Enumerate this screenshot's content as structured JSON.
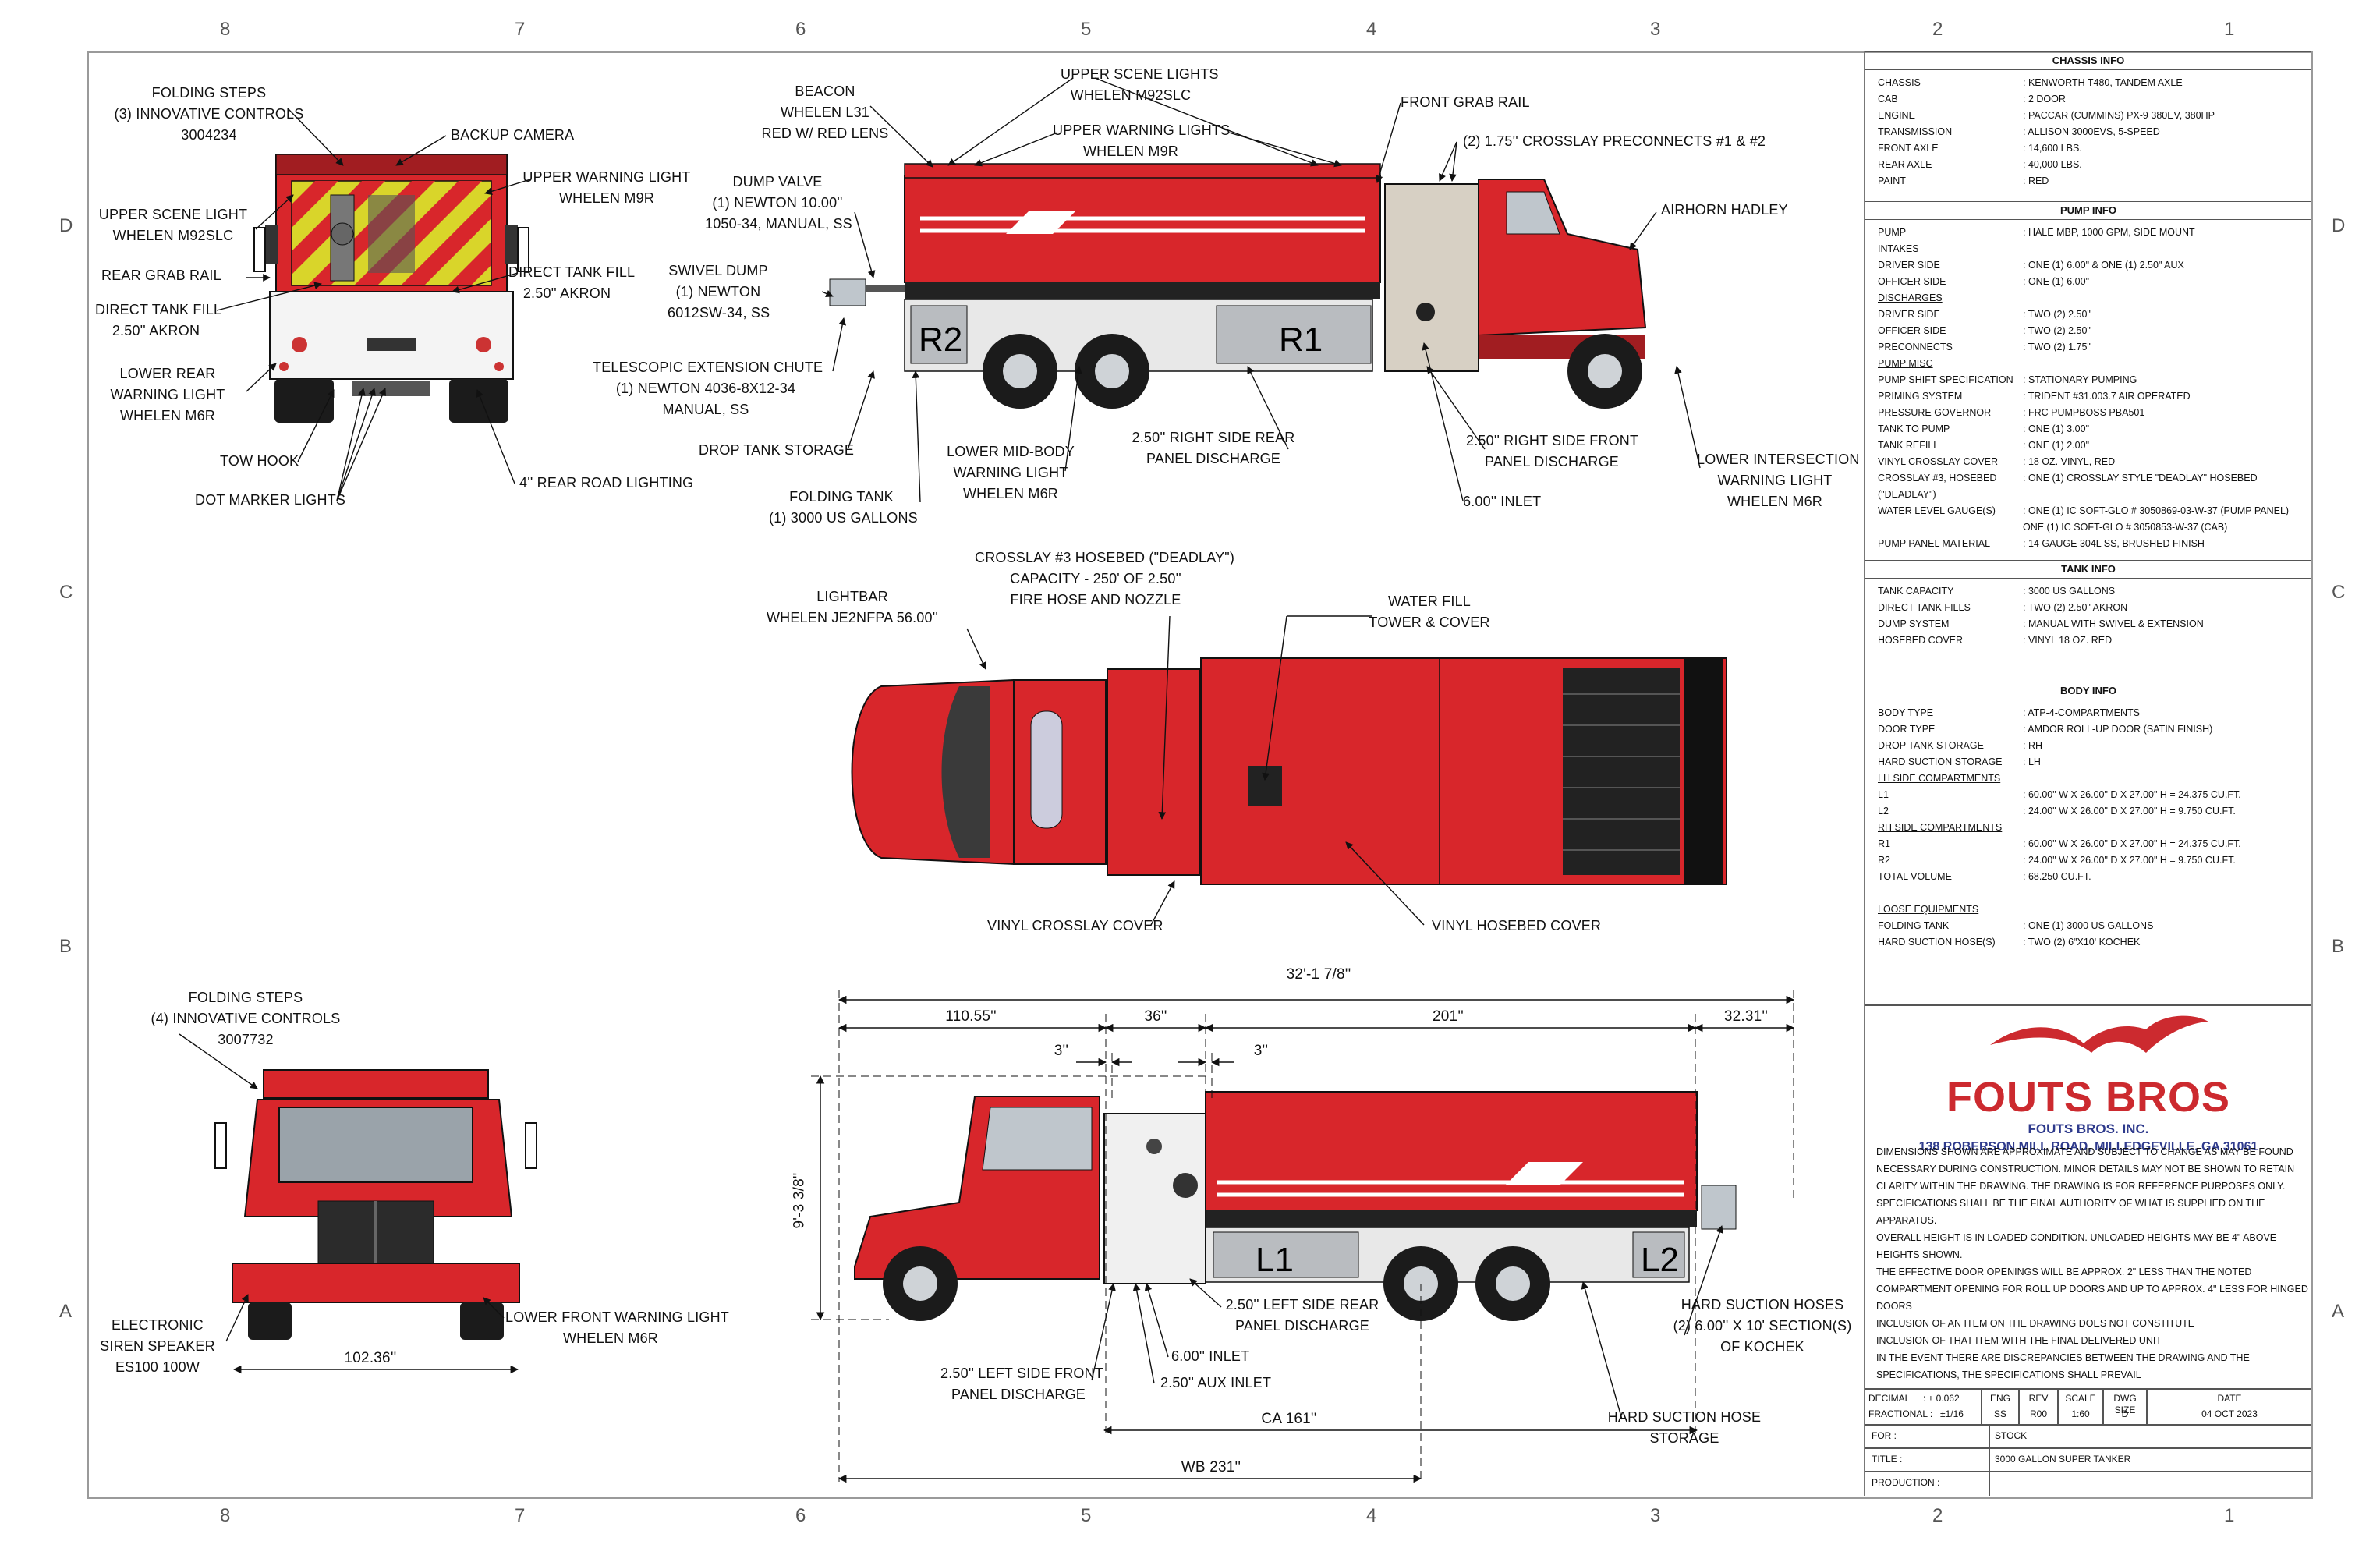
{
  "zones": {
    "cols": [
      "8",
      "7",
      "6",
      "5",
      "4",
      "3",
      "2",
      "1"
    ],
    "rows": [
      "D",
      "C",
      "B",
      "A"
    ]
  },
  "callouts": {
    "folding_steps_rear": [
      "FOLDING STEPS",
      "(3) INNOVATIVE CONTROLS",
      "3004234"
    ],
    "backup_camera": [
      "BACKUP CAMERA"
    ],
    "upper_warning_light_rear": [
      "UPPER WARNING LIGHT",
      "WHELEN M9R"
    ],
    "upper_scene_light_rear": [
      "UPPER SCENE LIGHT",
      "WHELEN M92SLC"
    ],
    "rear_grab_rail": [
      "REAR GRAB RAIL"
    ],
    "direct_tank_fill_right": [
      "DIRECT TANK FILL",
      "2.50'' AKRON"
    ],
    "direct_tank_fill_left": [
      "DIRECT TANK FILL",
      "2.50'' AKRON"
    ],
    "lower_rear_warning": [
      "LOWER REAR",
      "WARNING LIGHT",
      "WHELEN M6R"
    ],
    "tow_hook": [
      "TOW HOOK"
    ],
    "dot_marker_lights": [
      "DOT MARKER LIGHTS"
    ],
    "rear_road_lighting": [
      "4'' REAR ROAD LIGHTING"
    ],
    "beacon": [
      "BEACON",
      "WHELEN L31",
      "RED W/ RED LENS"
    ],
    "upper_scene_lights_side": [
      "UPPER SCENE LIGHTS",
      "WHELEN M92SLC"
    ],
    "upper_warning_lights_side": [
      "UPPER WARNING LIGHTS",
      "WHELEN M9R"
    ],
    "front_grab_rail": [
      "FRONT GRAB RAIL"
    ],
    "crosslay_preconnects": [
      "(2) 1.75'' CROSSLAY PRECONNECTS #1 & #2"
    ],
    "airhorn": [
      "AIRHORN HADLEY"
    ],
    "dump_valve": [
      "DUMP VALVE",
      "(1) NEWTON 10.00''",
      "1050-34, MANUAL, SS"
    ],
    "swivel_dump": [
      "SWIVEL DUMP",
      "(1) NEWTON",
      "6012SW-34, SS"
    ],
    "telescopic_chute": [
      "TELESCOPIC EXTENSION CHUTE",
      "(1) NEWTON 4036-8X12-34",
      "MANUAL, SS"
    ],
    "drop_tank_storage": [
      "DROP TANK STORAGE"
    ],
    "folding_tank": [
      "FOLDING TANK",
      "(1) 3000 US GALLONS"
    ],
    "lower_mid_body": [
      "LOWER MID-BODY",
      "WARNING LIGHT",
      "WHELEN M6R"
    ],
    "right_rear_discharge": [
      "2.50''  RIGHT SIDE REAR",
      "PANEL DISCHARGE"
    ],
    "right_front_discharge": [
      "2.50'' RIGHT SIDE FRONT",
      "PANEL DISCHARGE"
    ],
    "inlet_600_right": [
      "6.00'' INLET"
    ],
    "lower_intersection": [
      "LOWER INTERSECTION",
      "WARNING LIGHT",
      "WHELEN M6R"
    ],
    "crosslay3_hosebed": [
      "CROSSLAY #3 HOSEBED (\"DEADLAY\")",
      "CAPACITY - 250' OF 2.50''",
      "FIRE HOSE AND NOZZLE"
    ],
    "lightbar": [
      "LIGHTBAR",
      "WHELEN JE2NFPA 56.00''"
    ],
    "water_fill_tower": [
      "WATER FILL",
      "TOWER & COVER"
    ],
    "vinyl_crosslay_cover": [
      "VINYL CROSSLAY COVER"
    ],
    "vinyl_hosebed_cover": [
      "VINYL HOSEBED COVER"
    ],
    "folding_steps_front": [
      "FOLDING STEPS",
      "(4) INNOVATIVE CONTROLS",
      "3007732"
    ],
    "electronic_siren": [
      "ELECTRONIC",
      "SIREN SPEAKER",
      "ES100 100W"
    ],
    "lower_front_warning": [
      "LOWER FRONT WARNING LIGHT",
      "WHELEN M6R"
    ],
    "left_rear_discharge": [
      "2.50'' LEFT SIDE REAR",
      "PANEL DISCHARGE"
    ],
    "inlet_600_left": [
      "6.00'' INLET"
    ],
    "aux_inlet": [
      "2.50'' AUX INLET"
    ],
    "left_front_discharge": [
      "2.50'' LEFT SIDE FRONT",
      "PANEL DISCHARGE"
    ],
    "hard_suction_hoses": [
      "HARD SUCTION HOSES",
      "(2) 6.00'' X 10' SECTION(S)",
      "OF KOCHEK"
    ],
    "hard_suction_storage": [
      "HARD SUCTION HOSE",
      "STORAGE"
    ]
  },
  "compartments": {
    "r1": "R1",
    "r2": "R2",
    "l1": "L1",
    "l2": "L2"
  },
  "dimensions": {
    "overall_length": "32'-1 7/8''",
    "front_overhang": "110.55''",
    "pump_width": "36''",
    "body_length": "201''",
    "rear_overhang": "32.31''",
    "gap_a": "3''",
    "gap_b": "3''",
    "height": "9'-3 3/8''",
    "ca": "CA 161''",
    "wb": "WB 231''",
    "front_width": "102.36''"
  },
  "spec": {
    "chassis_head": "CHASSIS INFO",
    "chassis": [
      [
        "CHASSIS",
        ": KENWORTH T480, TANDEM AXLE"
      ],
      [
        "CAB",
        ": 2 DOOR"
      ],
      [
        "ENGINE",
        ": PACCAR (CUMMINS) PX-9 380EV, 380HP"
      ],
      [
        "TRANSMISSION",
        ": ALLISON 3000EVS, 5-SPEED"
      ],
      [
        "FRONT AXLE",
        ": 14,600 LBS."
      ],
      [
        "REAR AXLE",
        ": 40,000 LBS."
      ],
      [
        "PAINT",
        ": RED"
      ]
    ],
    "pump_head": "PUMP INFO",
    "pump": [
      [
        "PUMP",
        ": HALE MBP, 1000 GPM, SIDE MOUNT",
        ""
      ],
      [
        "INTAKES",
        "",
        "u"
      ],
      [
        "DRIVER SIDE",
        ": ONE (1) 6.00\" & ONE (1) 2.50\" AUX",
        ""
      ],
      [
        "OFFICER SIDE",
        ": ONE (1) 6.00\"",
        ""
      ],
      [
        "DISCHARGES",
        "",
        "u"
      ],
      [
        "DRIVER SIDE",
        ": TWO (2) 2.50\"",
        ""
      ],
      [
        "OFFICER SIDE",
        ": TWO (2) 2.50\"",
        ""
      ],
      [
        "PRECONNECTS",
        ": TWO (2) 1.75\"",
        ""
      ],
      [
        "PUMP MISC",
        "",
        "u"
      ],
      [
        "PUMP SHIFT SPECIFICATION",
        ": STATIONARY PUMPING",
        ""
      ],
      [
        "PRIMING SYSTEM",
        ": TRIDENT #31.003.7 AIR OPERATED",
        ""
      ],
      [
        "PRESSURE GOVERNOR",
        ": FRC PUMPBOSS PBA501",
        ""
      ],
      [
        "TANK TO PUMP",
        ": ONE (1) 3.00\"",
        ""
      ],
      [
        "TANK REFILL",
        ": ONE (1) 2.00\"",
        ""
      ],
      [
        "VINYL CROSSLAY COVER",
        ": 18 OZ. VINYL, RED",
        ""
      ],
      [
        "CROSSLAY #3, HOSEBED",
        ": ONE (1) CROSSLAY STYLE \"DEADLAY\" HOSEBED",
        ""
      ],
      [
        "(\"DEADLAY\")",
        "",
        ""
      ],
      [
        "WATER LEVEL GAUGE(S)",
        ": ONE (1) IC SOFT-GLO # 3050869-03-W-37 (PUMP PANEL)",
        ""
      ],
      [
        "",
        "  ONE (1) IC SOFT-GLO # 3050853-W-37 (CAB)",
        ""
      ],
      [
        "PUMP PANEL MATERIAL",
        ": 14 GAUGE 304L SS, BRUSHED FINISH",
        ""
      ]
    ],
    "tank_head": "TANK INFO",
    "tank": [
      [
        "TANK CAPACITY",
        ": 3000 US GALLONS"
      ],
      [
        "DIRECT TANK FILLS",
        ": TWO (2) 2.50\" AKRON"
      ],
      [
        "DUMP SYSTEM",
        ": MANUAL WITH SWIVEL & EXTENSION"
      ],
      [
        "HOSEBED COVER",
        ": VINYL 18 OZ. RED"
      ]
    ],
    "body_head": "BODY INFO",
    "body": [
      [
        "BODY TYPE",
        ": ATP-4-COMPARTMENTS",
        ""
      ],
      [
        "DOOR TYPE",
        ": AMDOR ROLL-UP DOOR (SATIN FINISH)",
        ""
      ],
      [
        "DROP TANK STORAGE",
        ": RH",
        ""
      ],
      [
        "HARD SUCTION STORAGE",
        ": LH",
        ""
      ],
      [
        "LH SIDE COMPARTMENTS",
        "",
        "u"
      ],
      [
        "L1",
        ": 60.00\" W X 26.00\" D X 27.00\" H = 24.375 CU.FT.",
        ""
      ],
      [
        "L2",
        ": 24.00\" W X 26.00\" D X 27.00\" H = 9.750 CU.FT.",
        ""
      ],
      [
        "RH SIDE COMPARTMENTS",
        "",
        "u"
      ],
      [
        "R1",
        ": 60.00\" W X 26.00\" D X 27.00\" H = 24.375 CU.FT.",
        ""
      ],
      [
        "R2",
        ": 24.00\" W X 26.00\" D X 27.00\" H = 9.750 CU.FT.",
        ""
      ],
      [
        "TOTAL VOLUME",
        ": 68.250 CU.FT.",
        ""
      ],
      [
        "",
        "",
        ""
      ],
      [
        "LOOSE EQUIPMENTS",
        "",
        "u"
      ],
      [
        "FOLDING TANK",
        ": ONE (1) 3000 US GALLONS",
        ""
      ],
      [
        "HARD SUCTION HOSE(S)",
        ": TWO (2) 6\"X10' KOCHEK",
        ""
      ]
    ]
  },
  "company": {
    "logo_text": "FOUTS BROS",
    "name": "FOUTS BROS. INC.",
    "address": "138 ROBERSON MILL ROAD, MILLEDGEVILLE, GA 31061",
    "brand_red": "#cc2a2f",
    "brand_blue": "#2e3a8c"
  },
  "notes": [
    "DIMENSIONS SHOWN ARE APPROXIMATE AND SUBJECT TO CHANGE AS MAY BE FOUND",
    "NECESSARY DURING CONSTRUCTION. MINOR DETAILS MAY NOT BE SHOWN TO RETAIN",
    "CLARITY WITHIN THE DRAWING. THE DRAWING IS FOR REFERENCE PURPOSES ONLY.",
    "SPECIFICATIONS SHALL BE THE FINAL AUTHORITY OF WHAT IS SUPPLIED ON THE",
    "APPARATUS.",
    "OVERALL HEIGHT IS IN LOADED CONDITION. UNLOADED HEIGHTS MAY BE 4\" ABOVE",
    "HEIGHTS SHOWN.",
    "THE EFFECTIVE DOOR OPENINGS WILL BE APPROX. 2\" LESS THAN THE NOTED",
    "COMPARTMENT OPENING FOR ROLL UP DOORS AND UP TO APPROX.  4\" LESS FOR HINGED",
    "DOORS",
    "INCLUSION OF AN ITEM ON THE DRAWING DOES NOT CONSTITUTE",
    "INCLUSION OF THAT ITEM WITH THE FINAL DELIVERED UNIT",
    "IN THE EVENT THERE ARE DISCREPANCIES BETWEEN THE DRAWING AND THE",
    "SPECIFICATIONS, THE SPECIFICATIONS SHALL PREVAIL"
  ],
  "title_block": {
    "decimal_label": "DECIMAL",
    "decimal_val": ": ± 0.062",
    "fractional_label": "FRACTIONAL :",
    "fractional_val": "±1/16",
    "eng_label": "ENG",
    "eng_val": "SS",
    "rev_label": "REV",
    "rev_val": "R00",
    "scale_label": "SCALE",
    "scale_val": "1:60",
    "dwg_label": "DWG SIZE",
    "dwg_val": "D",
    "date_label": "DATE",
    "date_val": "04 OCT 2023",
    "for_label": "FOR :",
    "for_val": "STOCK",
    "title_label": "TITLE :",
    "title_val": "3000 GALLON SUPER TANKER",
    "production_label": "PRODUCTION :"
  },
  "colors": {
    "truck_red": "#d8262b",
    "dark_red": "#a11d21",
    "steel": "#c9cdd2",
    "tire": "#1b1b1b",
    "stripe": "#ffffff",
    "chevron_yellow": "#d9d52a"
  }
}
